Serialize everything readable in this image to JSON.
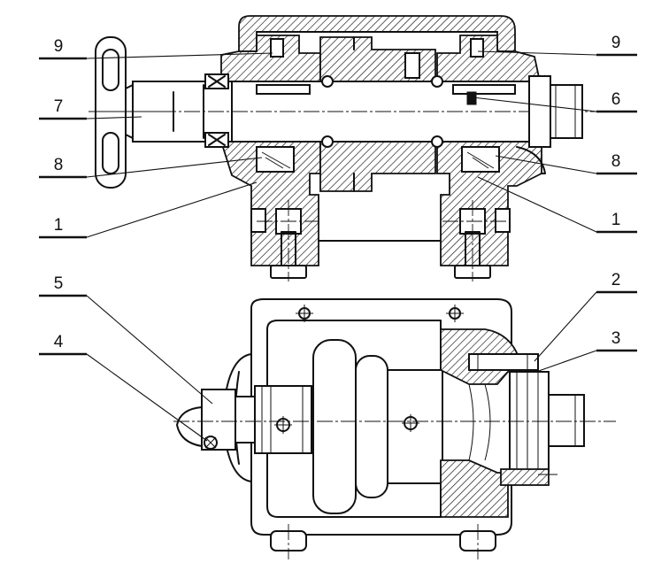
{
  "callouts": {
    "top_left_9": "9",
    "top_left_7": "7",
    "top_left_8": "8",
    "top_left_1": "1",
    "top_right_9": "9",
    "top_right_6": "6",
    "top_right_8": "8",
    "top_right_1": "1",
    "bottom_left_5": "5",
    "bottom_left_4": "4",
    "bottom_right_2": "2",
    "bottom_right_3": "3"
  }
}
